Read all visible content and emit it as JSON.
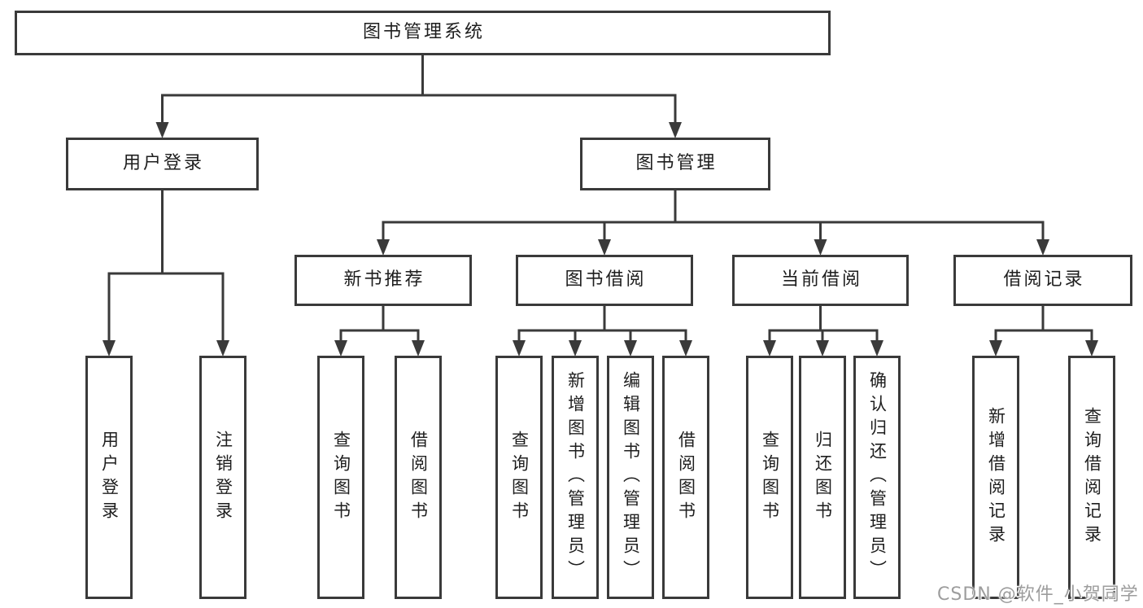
{
  "diagram": {
    "nodes": [
      {
        "id": "root",
        "label": "图书管理系统",
        "children": [
          "user-login",
          "book-mgmt"
        ]
      },
      {
        "id": "user-login",
        "label": "用户登录",
        "children": [
          "login",
          "logout"
        ]
      },
      {
        "id": "book-mgmt",
        "label": "图书管理",
        "children": [
          "new-book-rec",
          "book-borrow",
          "current-borrow",
          "borrow-record"
        ]
      },
      {
        "id": "new-book-rec",
        "label": "新书推荐",
        "children": [
          "nbr-query",
          "nbr-borrow"
        ]
      },
      {
        "id": "book-borrow",
        "label": "图书借阅",
        "children": [
          "bb-query",
          "bb-add",
          "bb-edit",
          "bb-borrow"
        ]
      },
      {
        "id": "current-borrow",
        "label": "当前借阅",
        "children": [
          "cb-query",
          "cb-return",
          "cb-confirm"
        ]
      },
      {
        "id": "borrow-record",
        "label": "借阅记录",
        "children": [
          "br-add",
          "br-query"
        ]
      },
      {
        "id": "login",
        "label": "用户登录",
        "children": []
      },
      {
        "id": "logout",
        "label": "注销登录",
        "children": []
      },
      {
        "id": "nbr-query",
        "label": "查询图书",
        "children": []
      },
      {
        "id": "nbr-borrow",
        "label": "借阅图书",
        "children": []
      },
      {
        "id": "bb-query",
        "label": "查询图书",
        "children": []
      },
      {
        "id": "bb-add",
        "label": "新增图书（管理员）",
        "children": []
      },
      {
        "id": "bb-edit",
        "label": "编辑图书（管理员）",
        "children": []
      },
      {
        "id": "bb-borrow",
        "label": "借阅图书",
        "children": []
      },
      {
        "id": "cb-query",
        "label": "查询图书",
        "children": []
      },
      {
        "id": "cb-return",
        "label": "归还图书",
        "children": []
      },
      {
        "id": "cb-confirm",
        "label": "确认归还（管理员）",
        "children": []
      },
      {
        "id": "br-add",
        "label": "新增借阅记录",
        "children": []
      },
      {
        "id": "br-query",
        "label": "查询借阅记录",
        "children": []
      }
    ]
  },
  "watermark": {
    "text": "CSDN @软件_小贺同学"
  },
  "colors": {
    "line": "#3a3a3a",
    "box_border": "#3a3a3a",
    "box_fill": "#ffffff",
    "text": "#1e1e1e",
    "watermark": "#9d9d9d",
    "background": "#ffffff"
  }
}
